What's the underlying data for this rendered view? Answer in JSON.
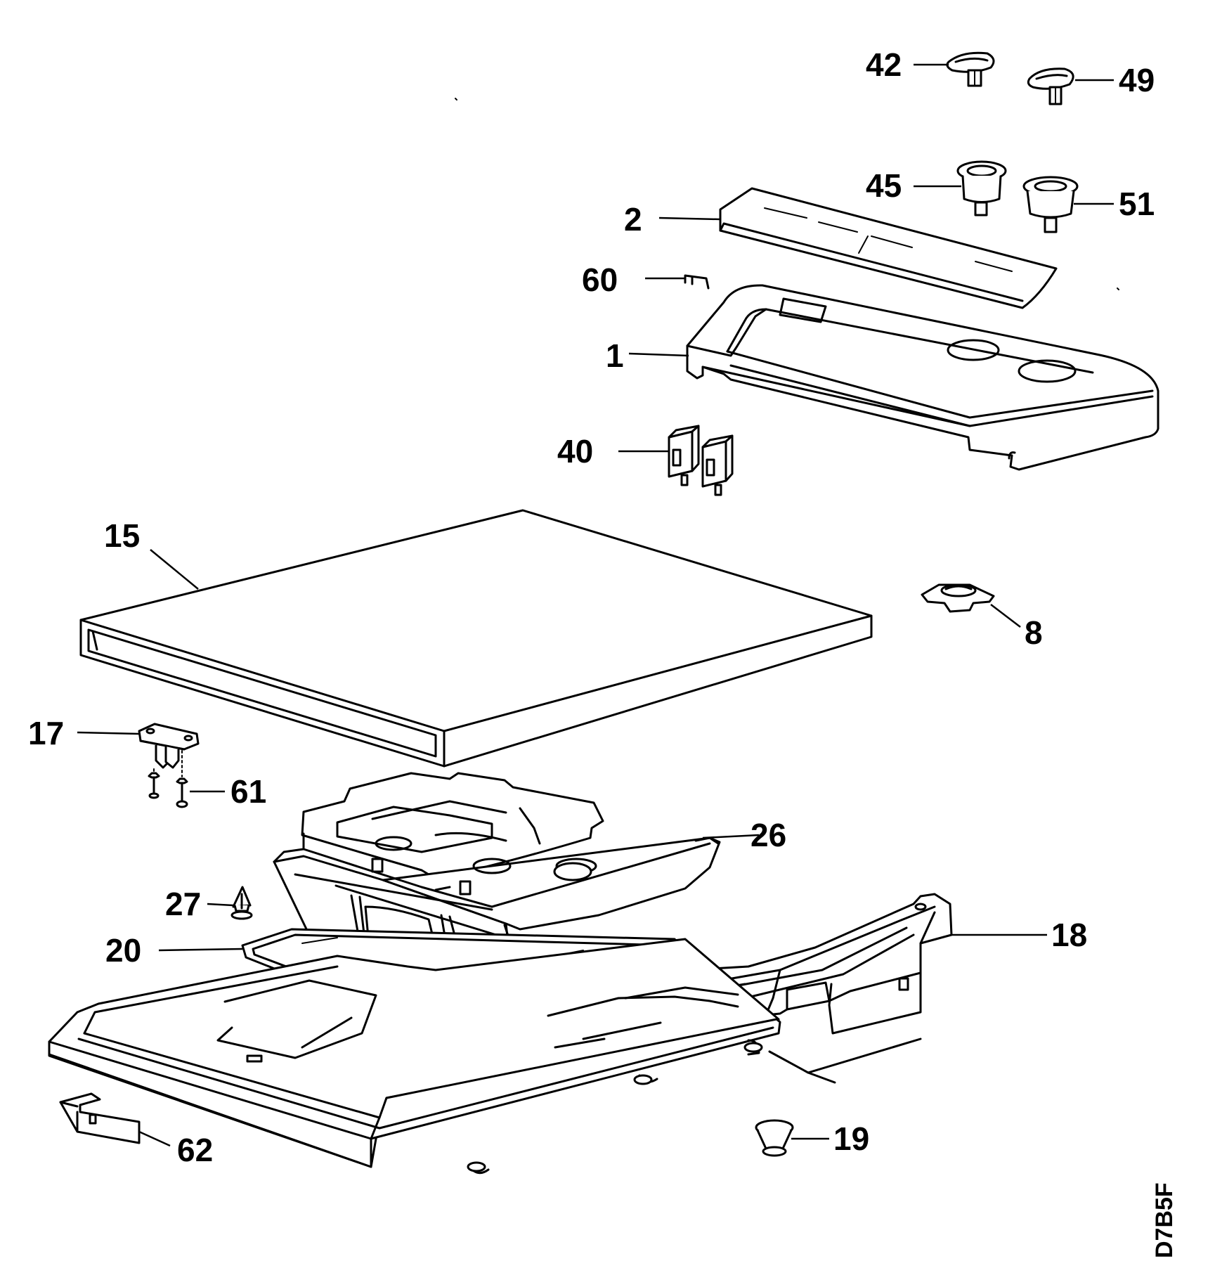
{
  "drawing_code": "D7B5F",
  "callouts": [
    {
      "id": "42",
      "label": "42"
    },
    {
      "id": "49",
      "label": "49"
    },
    {
      "id": "45",
      "label": "45"
    },
    {
      "id": "51",
      "label": "51"
    },
    {
      "id": "2",
      "label": "2"
    },
    {
      "id": "60",
      "label": "60"
    },
    {
      "id": "1",
      "label": "1"
    },
    {
      "id": "40",
      "label": "40"
    },
    {
      "id": "15",
      "label": "15"
    },
    {
      "id": "8",
      "label": "8"
    },
    {
      "id": "17",
      "label": "17"
    },
    {
      "id": "61",
      "label": "61"
    },
    {
      "id": "26",
      "label": "26"
    },
    {
      "id": "27",
      "label": "27"
    },
    {
      "id": "20",
      "label": "20"
    },
    {
      "id": "18",
      "label": "18"
    },
    {
      "id": "62",
      "label": "62"
    },
    {
      "id": "19",
      "label": "19"
    }
  ]
}
